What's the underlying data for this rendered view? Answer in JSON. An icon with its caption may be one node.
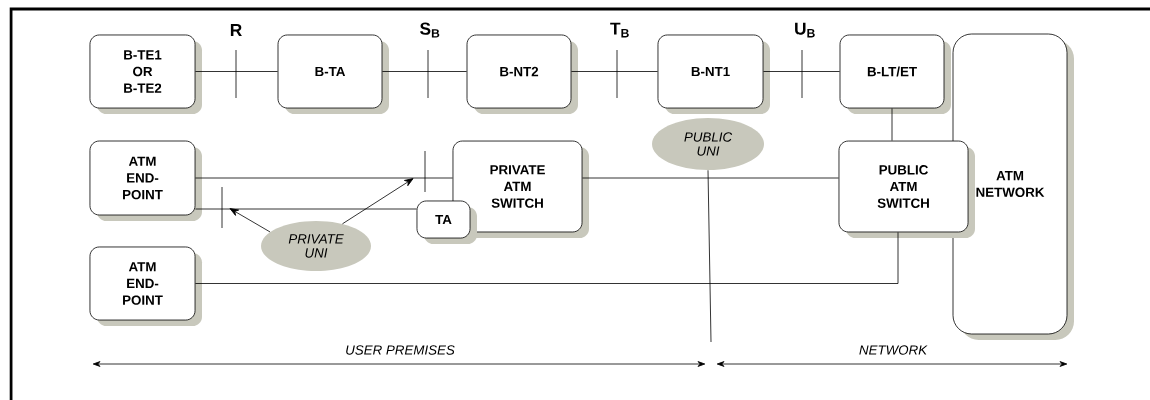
{
  "diagram": {
    "nodes": [
      {
        "text": [
          "B-TE1 OR B-TE2"
        ]
      },
      {
        "text": [
          "B-TA"
        ]
      },
      {
        "text": [
          "B-NT2"
        ]
      },
      {
        "text": [
          "B-NT1"
        ]
      },
      {
        "text": [
          "B-LT/ET"
        ]
      },
      {
        "text": [
          "ATM NETWORK"
        ]
      },
      {
        "text": [
          "ATM END-POINT"
        ]
      },
      {
        "text": [
          "PRIVATE ATM SWITCH"
        ]
      },
      {
        "text": [
          "TA"
        ]
      },
      {
        "text": [
          "PUBLIC ATM SWITCH"
        ]
      },
      {
        "text": [
          "ATM END-POINT"
        ]
      },
      {
        "text": [
          "PRIVATE UNI"
        ]
      },
      {
        "text": [
          "PUBLIC UNI"
        ]
      }
    ],
    "edges": [
      {
        "from": 0,
        "to": 1,
        "arrow": "none"
      },
      {
        "from": 1,
        "to": 2,
        "arrow": "none"
      },
      {
        "from": 2,
        "to": 3,
        "arrow": "none"
      },
      {
        "from": 3,
        "to": 4,
        "arrow": "none"
      },
      {
        "from": 4,
        "to": 9,
        "arrow": "none"
      },
      {
        "from": 6,
        "to": 7,
        "arrow": "none"
      },
      {
        "from": 6,
        "to": 8,
        "arrow": "none"
      },
      {
        "from": 7,
        "to": 9,
        "arrow": "none"
      },
      {
        "from": 10,
        "to": 9,
        "arrow": "none"
      },
      {
        "from": 11,
        "to": null,
        "arrow": "to"
      },
      {
        "from": 11,
        "to": null,
        "arrow": "to"
      },
      {
        "from": 12,
        "to": null,
        "arrow": "none"
      }
    ],
    "labels": [
      "R",
      "S$_{B}$",
      "T$_{B}$",
      "U$_{B}$",
      "USER PREMISES",
      "NETWORK"
    ]
  }
}
